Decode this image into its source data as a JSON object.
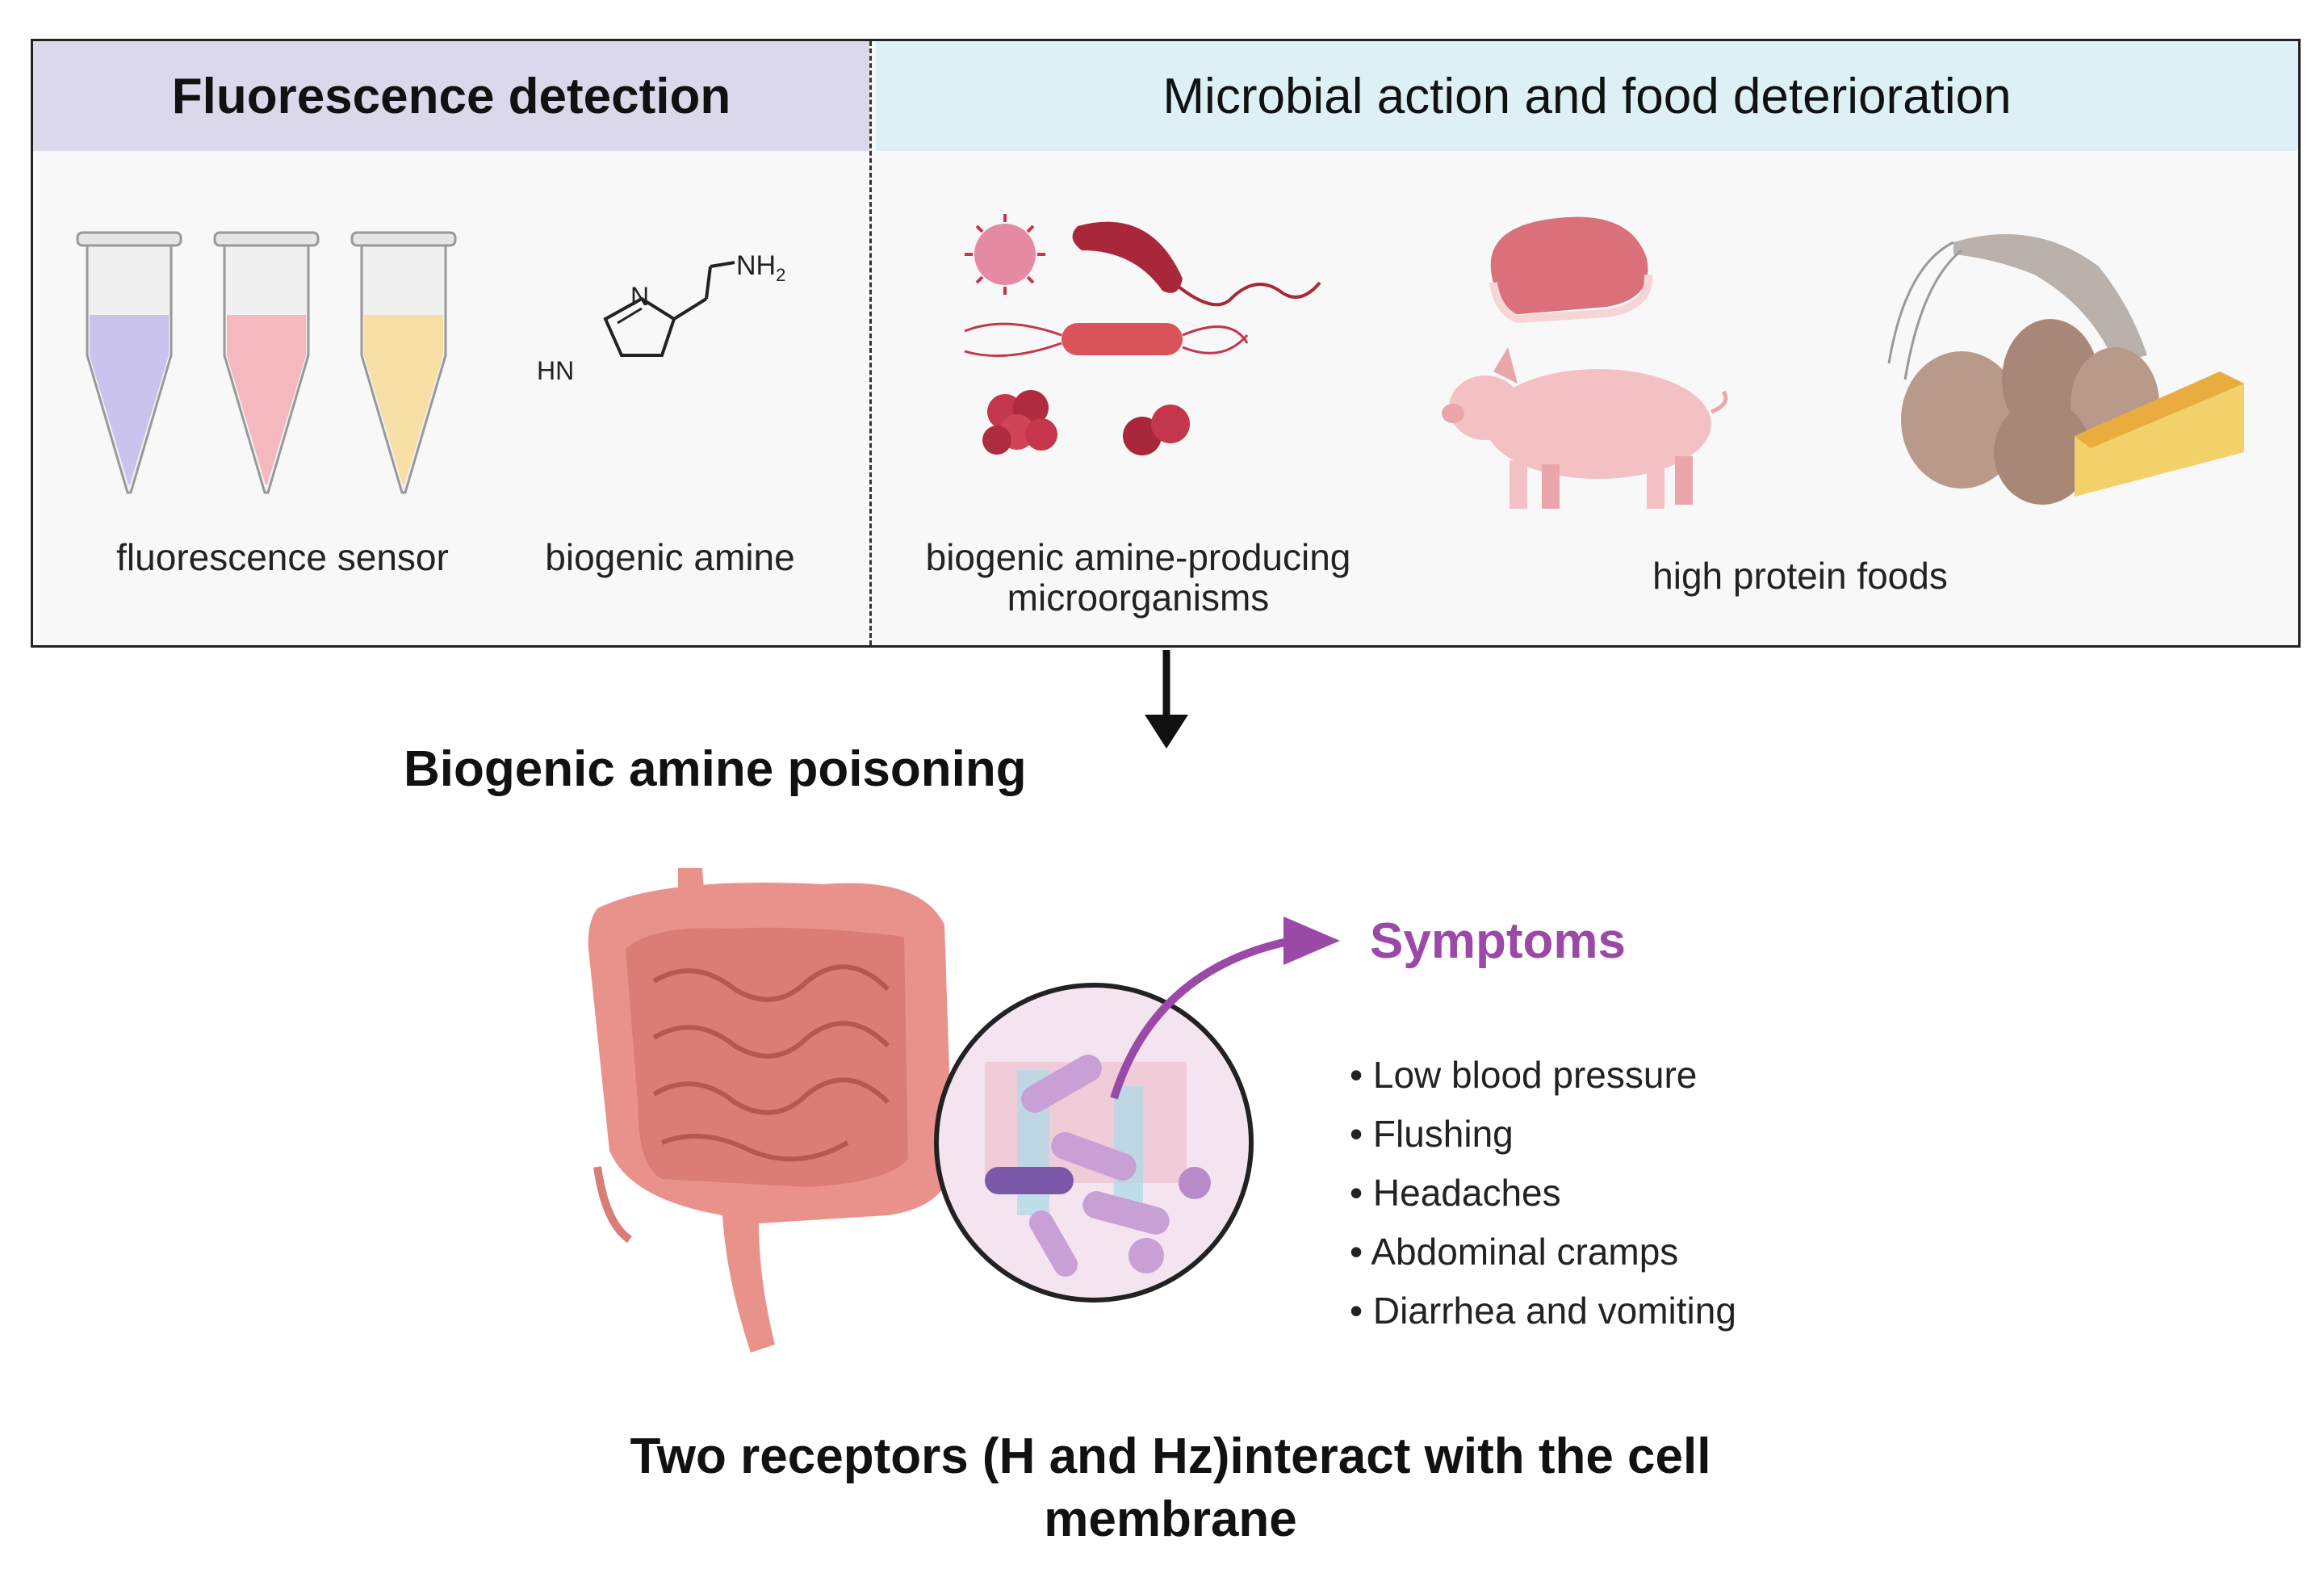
{
  "header": {
    "left_title": "Fluorescence detection",
    "right_title": "Microbial action and food deterioration"
  },
  "labels": {
    "sensor": "fluorescence sensor",
    "amine": "biogenic amine",
    "microbes_line1": "biogenic amine-producing",
    "microbes_line2": "microorganisms",
    "foods": "high protein foods"
  },
  "molecule": {
    "nh2": "NH",
    "nh2_sub": "2",
    "n": "N",
    "hn": "HN"
  },
  "poisoning_title": "Biogenic amine poisoning",
  "symptoms": {
    "title": "Symptoms",
    "items": [
      "Low blood pressure",
      "Flushing",
      "Headaches",
      "Abdominal cramps",
      "Diarrhea and vomiting"
    ]
  },
  "footer": {
    "line1": "Two receptors (H and Hz)interact with the cell",
    "line2": "membrane"
  },
  "colors": {
    "tube_purple": "#c9c3ee",
    "tube_pink": "#f5b8be",
    "tube_yellow": "#f7dfa6",
    "microbe": "#c4364c",
    "meat": "#d9707a",
    "pig": "#f3c0c4",
    "egg": "#b9998a",
    "cheese": "#f3d16a",
    "intestine": "#e9928c",
    "symptom_accent": "#9a4aa6"
  }
}
